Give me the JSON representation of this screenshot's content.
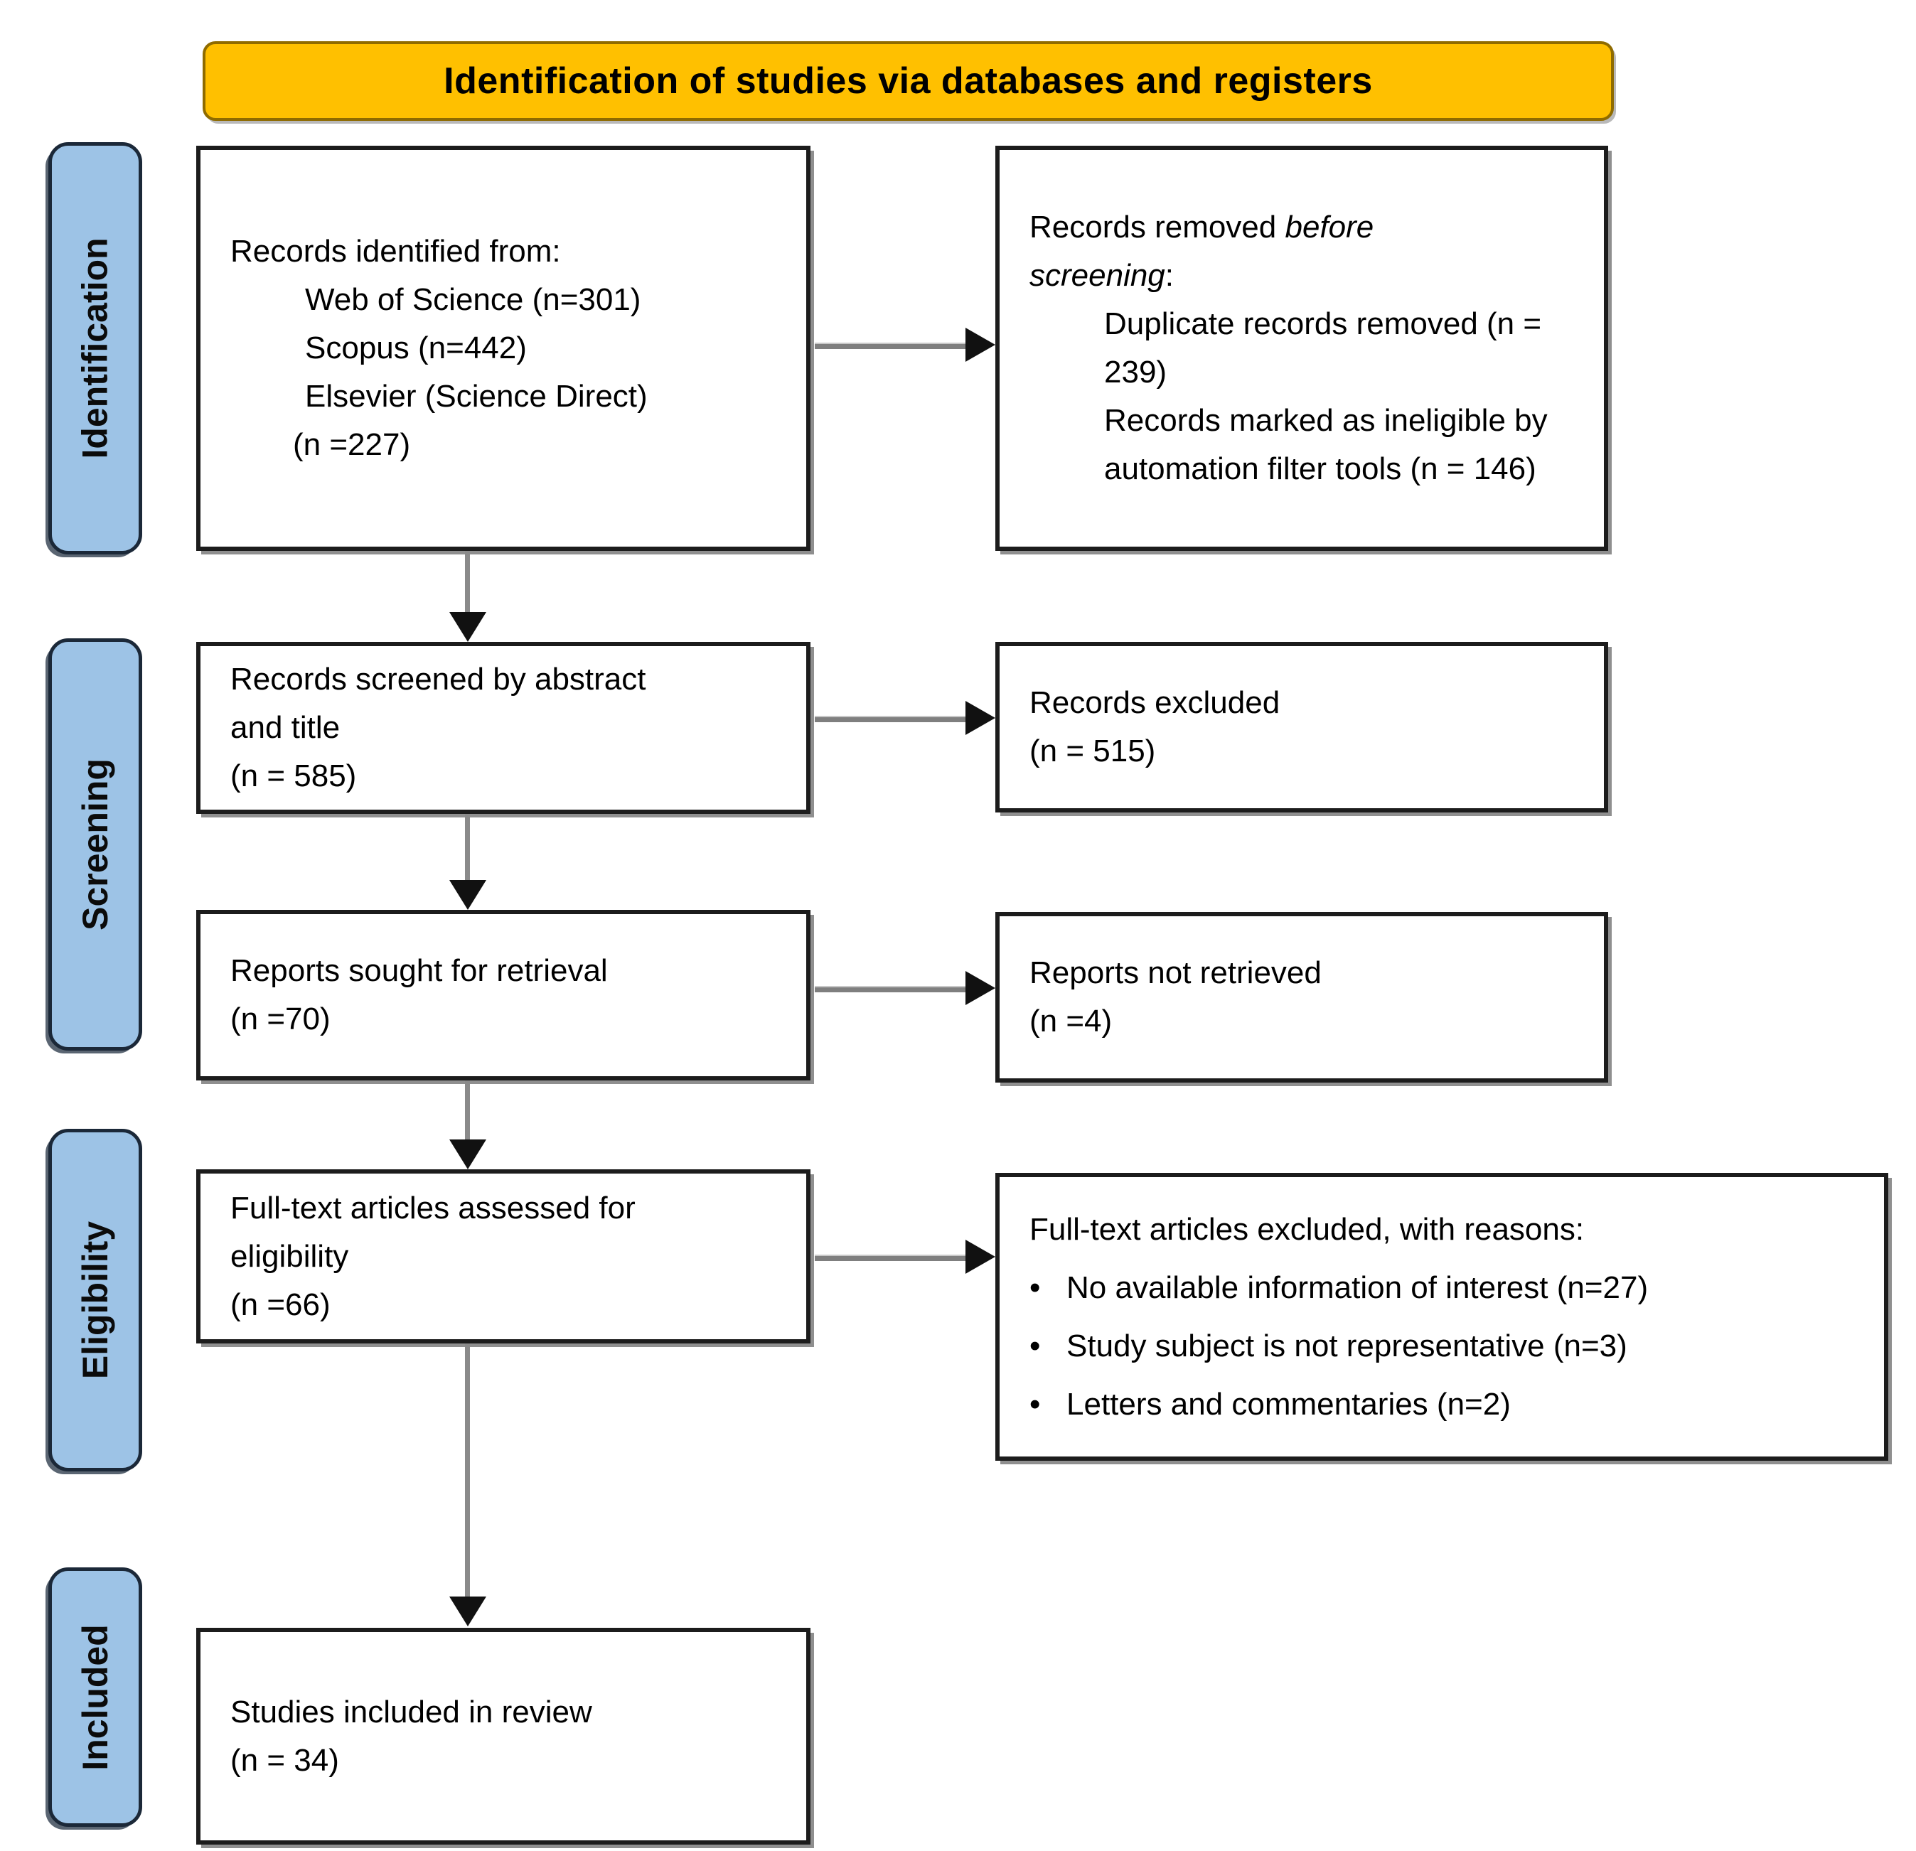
{
  "banner": {
    "title": "Identification of studies via databases and registers"
  },
  "sidebar": [
    {
      "label": "Identification"
    },
    {
      "label": "Screening"
    },
    {
      "label": "Eligibility"
    },
    {
      "label": "Included"
    }
  ],
  "boxes": {
    "identified": {
      "intro": "Records identified from:",
      "sources": [
        "Web of Science (n=301)",
        "Scopus (n=442)",
        "Elsevier (Science Direct)"
      ],
      "sources_count": "(n =227)"
    },
    "removed": {
      "prefix": "Records removed ",
      "italic_word1": "before",
      "italic_word2": "screening",
      "suffix": ":",
      "items": [
        "Duplicate records removed (n = 239)",
        "Records marked as ineligible by automation filter tools (n = 146)"
      ]
    },
    "screened": {
      "line1": "Records screened by abstract",
      "line2": "and title",
      "count": "(n = 585)"
    },
    "excluded": {
      "line1": "Records excluded",
      "count": "(n = 515)"
    },
    "sought": {
      "line1": "Reports sought for retrieval",
      "count": "(n =70)"
    },
    "not_retrieved": {
      "line1": "Reports not retrieved",
      "count": "(n =4)"
    },
    "assessed": {
      "line1": "Full-text articles assessed for",
      "line2": "eligibility",
      "count": "(n =66)"
    },
    "fulltext_excluded": {
      "heading": "Full-text articles excluded, with reasons:",
      "bullet": "•",
      "items": [
        "No available information of interest (n=27)",
        "Study subject is not representative (n=3)",
        "Letters and commentaries (n=2)"
      ]
    },
    "included": {
      "line1": "Studies included in review",
      "count": "(n = 34)"
    }
  },
  "colors": {
    "banner_fill": "#FFC000",
    "stage_fill": "#9DC3E6",
    "box_border": "#1c1c1c",
    "arrow_line": "#7f7f7f",
    "arrow_head": "#111111"
  }
}
